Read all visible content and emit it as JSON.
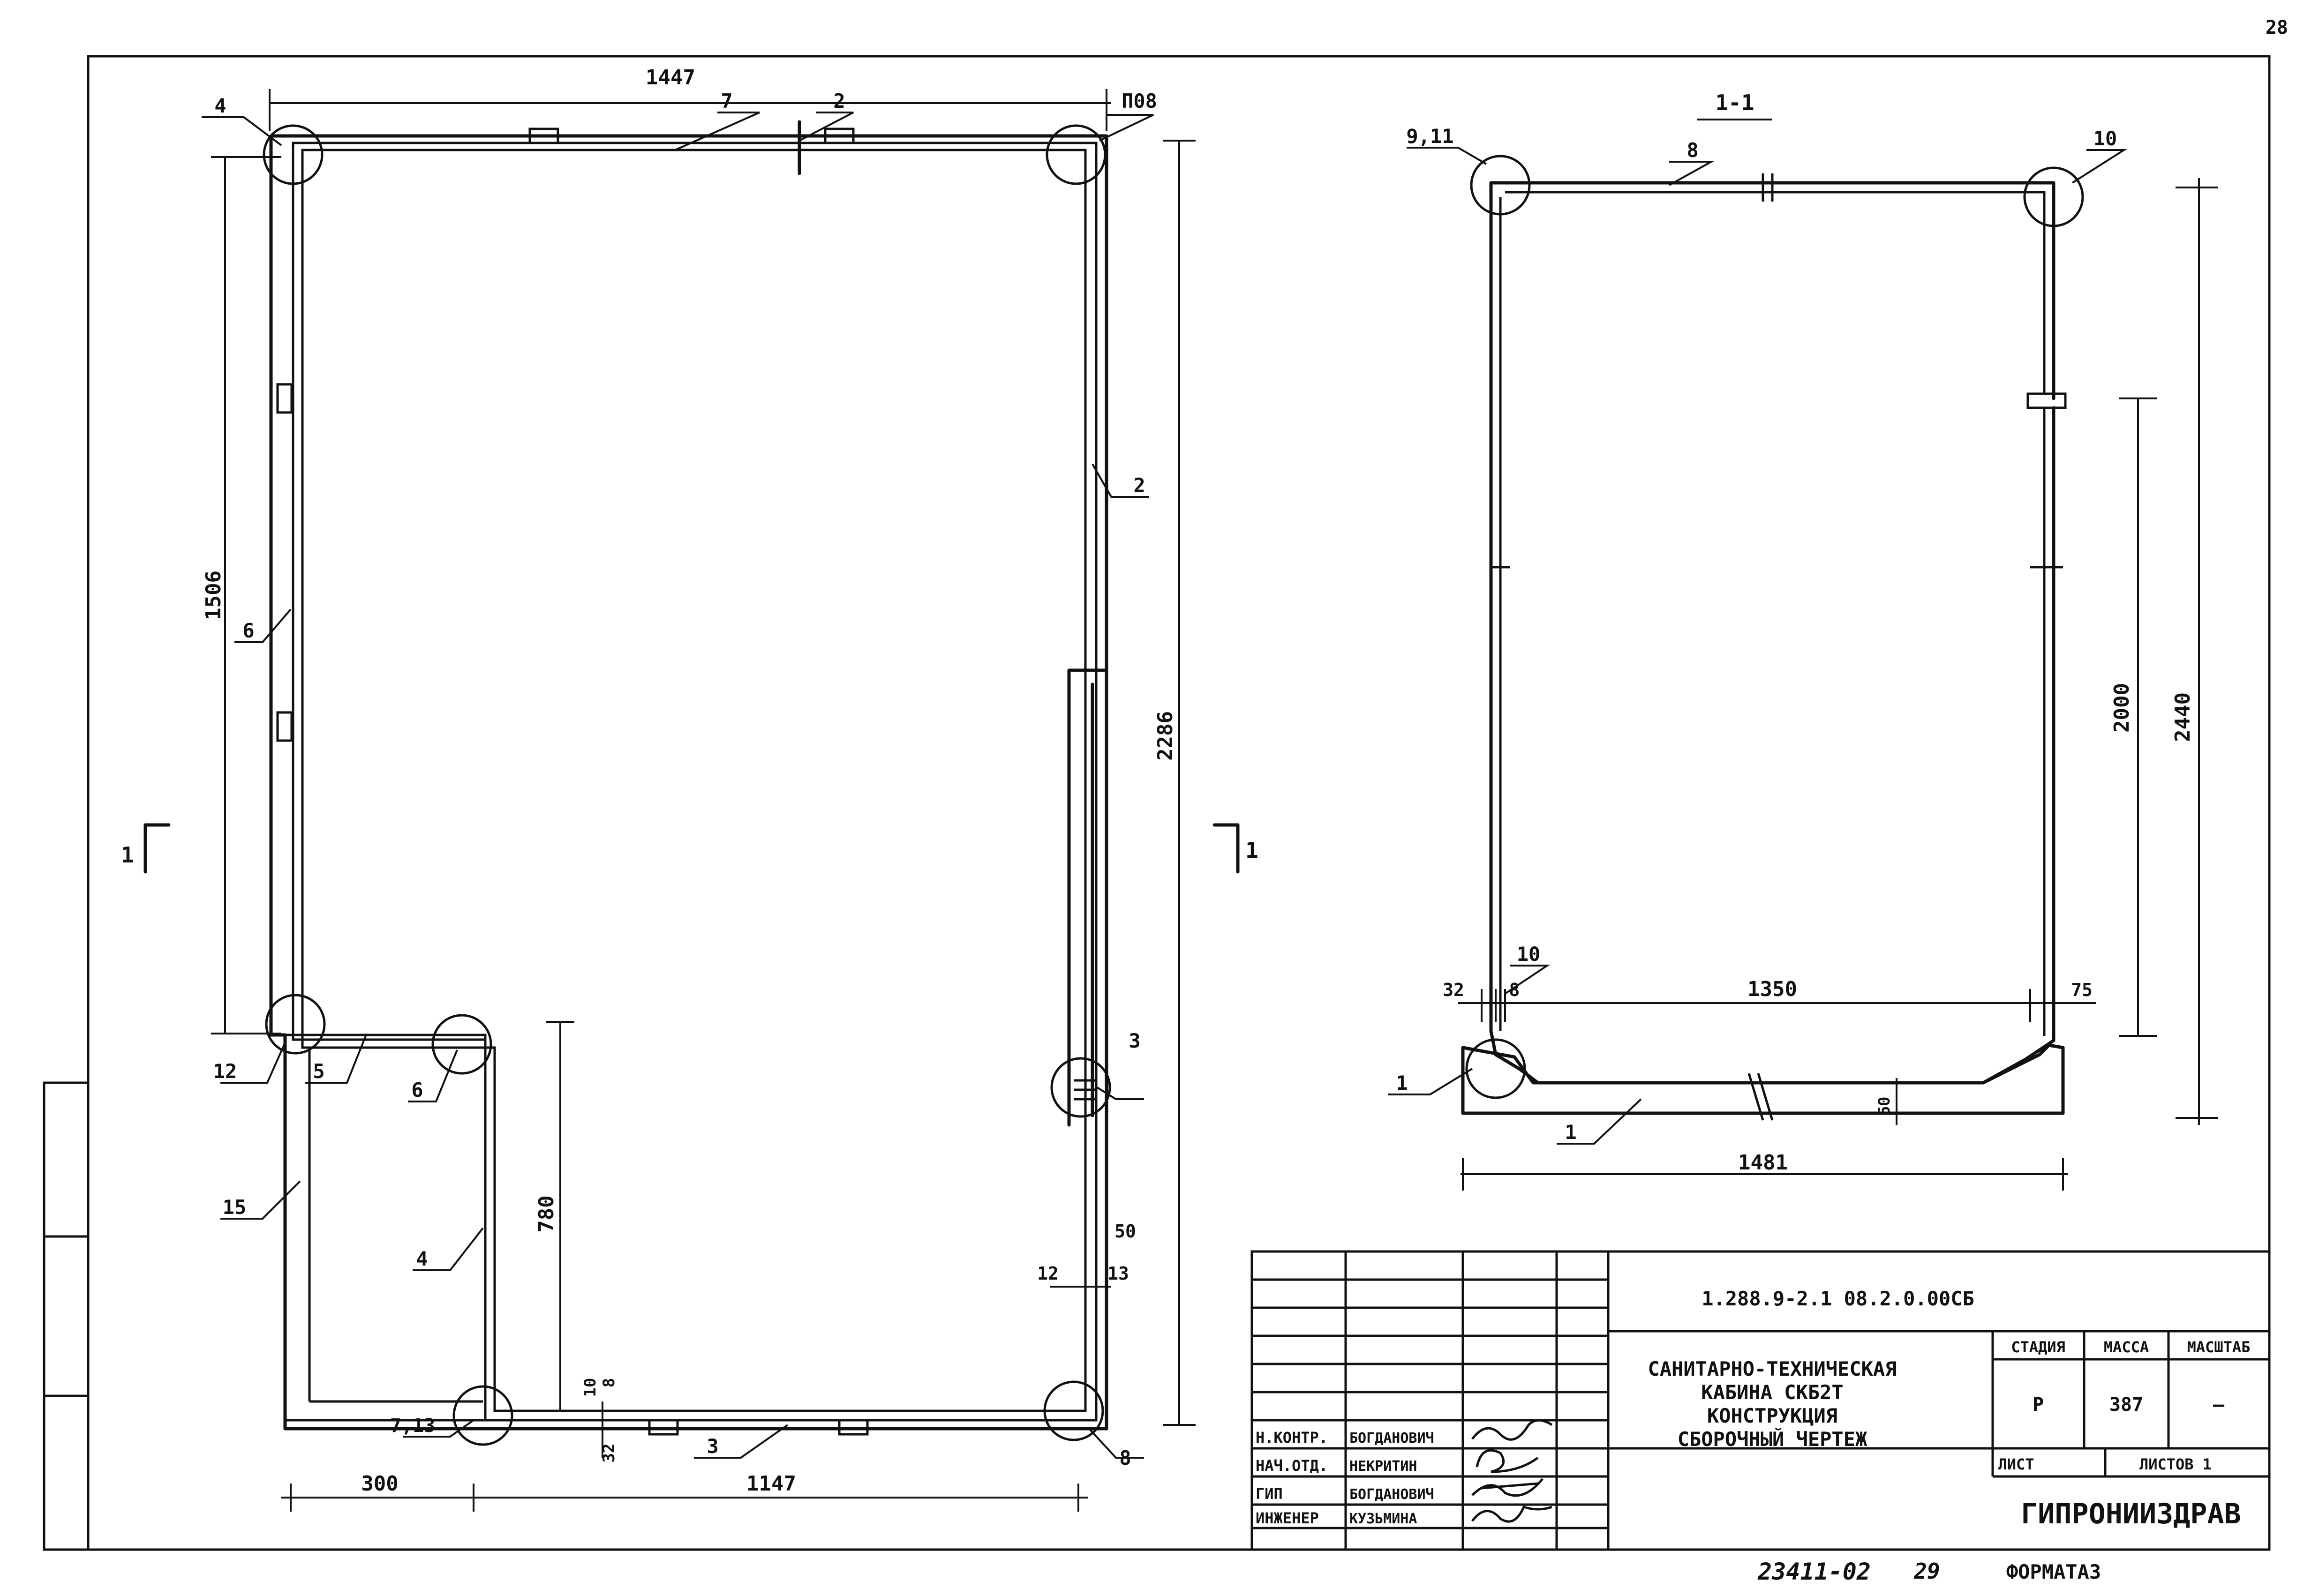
{
  "sheet": {
    "page_number": "28",
    "format": "ФОРМАТА3",
    "archive_number": "23411-02",
    "archive_page": "29"
  },
  "plan": {
    "section_mark": "1",
    "dimensions": {
      "top_width": "1447",
      "left_height": "1506",
      "right_height": "2286",
      "inner_height": "780",
      "bottom_left": "300",
      "bottom_right": "1147",
      "d10": "10",
      "d8": "8",
      "d32": "32",
      "d12": "12",
      "d13": "13",
      "d50": "50"
    },
    "callouts": {
      "c4_top": "4",
      "c7": "7",
      "c2_top": "2",
      "c108": "П08",
      "c2_right": "2",
      "c6_left": "6",
      "c12": "12",
      "c5": "5",
      "c6_inner": "6",
      "c15": "15",
      "c4_inner": "4",
      "c713": "7,13",
      "c3_bottom": "3",
      "c3_right": "3",
      "c8": "8"
    }
  },
  "section": {
    "title": "1-1",
    "dimensions": {
      "d2440": "2440",
      "d2000": "2000",
      "d1350": "1350",
      "d32": "32",
      "d8": "8",
      "d75": "75",
      "d60": "60",
      "d1481": "1481"
    },
    "callouts": {
      "c911": "9,11",
      "c8": "8",
      "c10_top": "10",
      "c10_bottom": "10",
      "c1_left": "1",
      "c1_bottom": "1"
    }
  },
  "title_block": {
    "designation": "1.288.9-2.1  08.2.0.00СБ",
    "title_lines": [
      "САНИТАРНО-ТЕХНИЧЕСКАЯ",
      "КАБИНА СКБ2Т",
      "КОНСТРУКЦИЯ",
      "СБОРОЧНЫЙ ЧЕРТЕЖ"
    ],
    "headers": {
      "stage": "СТАДИЯ",
      "mass": "МАССА",
      "scale": "МАСШТАБ"
    },
    "values": {
      "stage": "Р",
      "mass": "387",
      "scale": "–"
    },
    "sheet_label": "ЛИСТ",
    "sheets_label": "ЛИСТОВ 1",
    "organization": "ГИПРОНИИЗДРАВ",
    "signatories": [
      {
        "role": "Н.КОНТР.",
        "name": "БОГДАНОВИЧ"
      },
      {
        "role": "НАЧ.ОТД.",
        "name": "НЕКРИТИН"
      },
      {
        "role": "ГИП",
        "name": "БОГДАНОВИЧ"
      },
      {
        "role": "ИНЖЕНЕР",
        "name": "КУЗЬМИНА"
      }
    ]
  }
}
